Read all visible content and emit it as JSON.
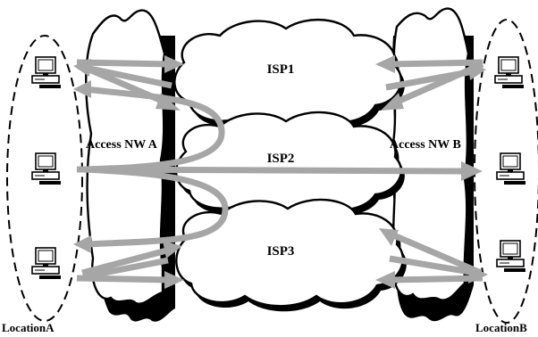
{
  "isps": [
    "ISP1",
    "ISP2",
    "ISP3"
  ],
  "access_networks": [
    "Access NW A",
    "Access NW B"
  ],
  "locations": [
    "LocationA",
    "LocationB"
  ],
  "colors": {
    "arrow": "#a6a6a6",
    "line": "#000000",
    "background": "#ffffff"
  },
  "icons": [
    "computer-icon"
  ]
}
